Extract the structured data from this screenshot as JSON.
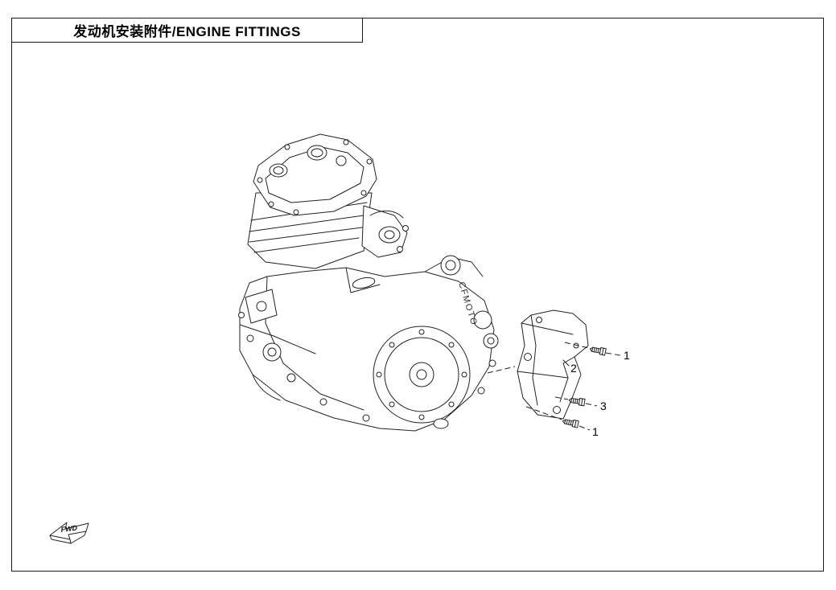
{
  "title": "发动机安装附件/ENGINE FITTINGS",
  "diagram": {
    "engine_logo": "CFMOTO",
    "callouts": [
      {
        "part": "bracket-bolt-top",
        "label": "1"
      },
      {
        "part": "bracket-cover",
        "label": "2"
      },
      {
        "part": "bracket-bolt-middle",
        "label": "3"
      },
      {
        "part": "bracket-bolt-bottom",
        "label": "1"
      }
    ],
    "fwd_label": "FWD"
  },
  "colors": {
    "line": "#222222",
    "background": "#ffffff"
  }
}
